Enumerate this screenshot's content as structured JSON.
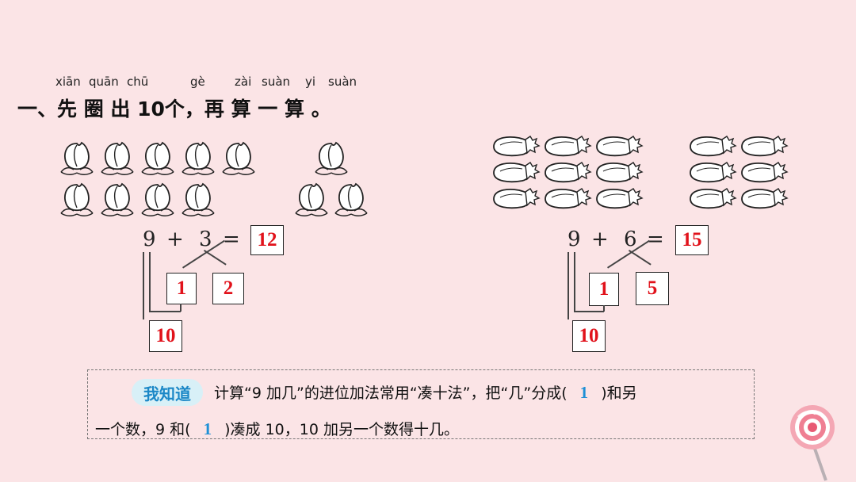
{
  "title": {
    "pinyin": [
      "xiān",
      "quān",
      "chū",
      "gè",
      "zài",
      "suàn",
      "yi",
      "suàn"
    ],
    "text": "一、先 圈 出 10个，再 算 一 算 。"
  },
  "problem_left": {
    "operand1": "9",
    "plus": "+",
    "operand2": "3",
    "equals": "=",
    "answer": "12",
    "split_a": "1",
    "split_b": "2",
    "make_ten": "10"
  },
  "problem_right": {
    "operand1": "9",
    "plus": "+",
    "operand2": "6",
    "equals": "=",
    "answer": "15",
    "split_a": "1",
    "split_b": "5",
    "make_ten": "10"
  },
  "info": {
    "badge": "我知道",
    "line1_a": "计算“9 加几”的进位加法常用“凑十法”，把“几”分成(",
    "blank1": "1",
    "line1_b": ")和另",
    "line2_a": "一个数，9 和(",
    "blank2": "1",
    "line2_b": ")凑成 10，10 加另一个数得十几。"
  },
  "colors": {
    "answer": "#e1121b",
    "blank": "#1e90d6",
    "background": "#fbe4e6"
  },
  "icons": {
    "left_group": "peach-icon",
    "right_group": "eggplant-icon",
    "corner": "lollipop-icon"
  }
}
